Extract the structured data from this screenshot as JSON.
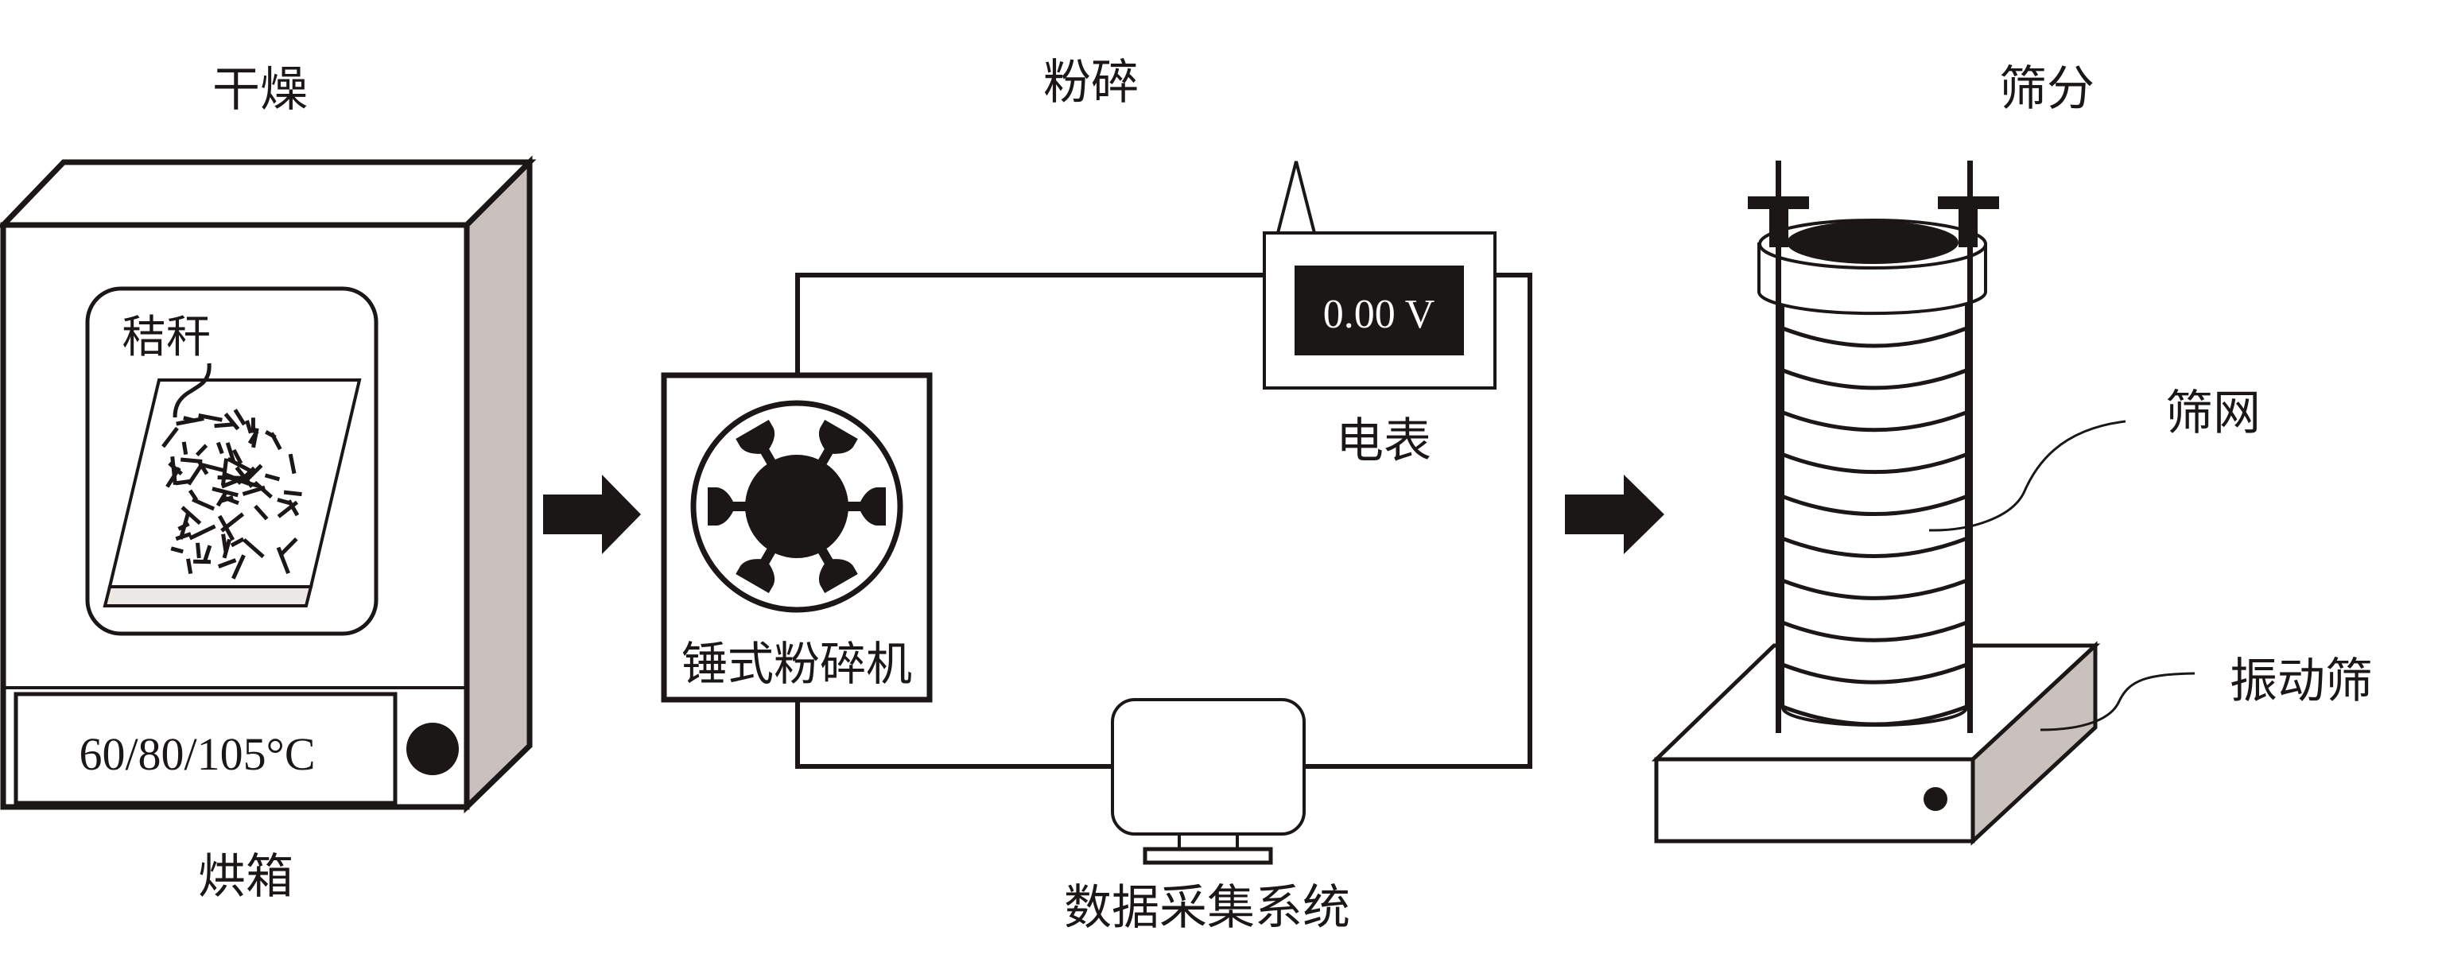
{
  "colors": {
    "ink": "#1a1716",
    "shade": "#c8c1be",
    "tray_strip": "#ece8e6",
    "background": "#ffffff"
  },
  "stages": {
    "drying": {
      "title": "干燥",
      "device_label": "烘箱",
      "sample_label": "秸秆",
      "temperature_display": "60/80/105°C"
    },
    "crushing": {
      "title": "粉碎",
      "crusher_label": "锤式粉碎机",
      "meter_label": "电表",
      "meter_reading": "0.00 V",
      "daq_label": "数据采集系统"
    },
    "sieving": {
      "title": "筛分",
      "screen_label": "筛网",
      "shaker_label": "振动筛"
    }
  },
  "flow_arrows": [
    "drying-to-crushing",
    "crushing-to-sieving"
  ],
  "sieve_tray_count": 10
}
